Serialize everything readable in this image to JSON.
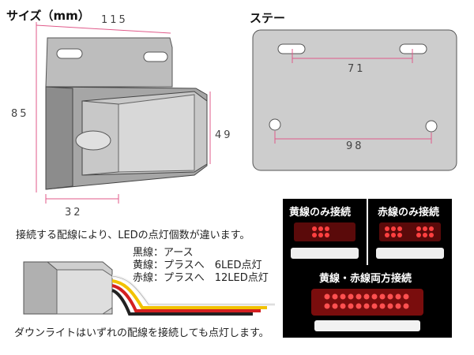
{
  "size_section": {
    "title": "サイズ（mm）",
    "width": "115",
    "height": "85",
    "front_height": "49",
    "depth": "32"
  },
  "stay_section": {
    "title": "ステー",
    "hole_pitch_top": "71",
    "hole_pitch_bottom": "98"
  },
  "wiring": {
    "intro": "接続する配線により、LEDの点灯個数が違います。",
    "black": "黒線：アース",
    "yellow": "黄線：プラスへ　6LED点灯",
    "red": "赤線：プラスへ　12LED点灯",
    "footer": "ダウンライトはいずれの配線を接続しても点灯します。",
    "wire_colors": {
      "black": "#222222",
      "red": "#d42020",
      "yellow": "#f2c200",
      "white": "#f4f4f4"
    }
  },
  "photos": {
    "yellow_only": "黄線のみ接続",
    "red_only": "赤線のみ接続",
    "both": "黄線・赤線両方接続"
  }
}
